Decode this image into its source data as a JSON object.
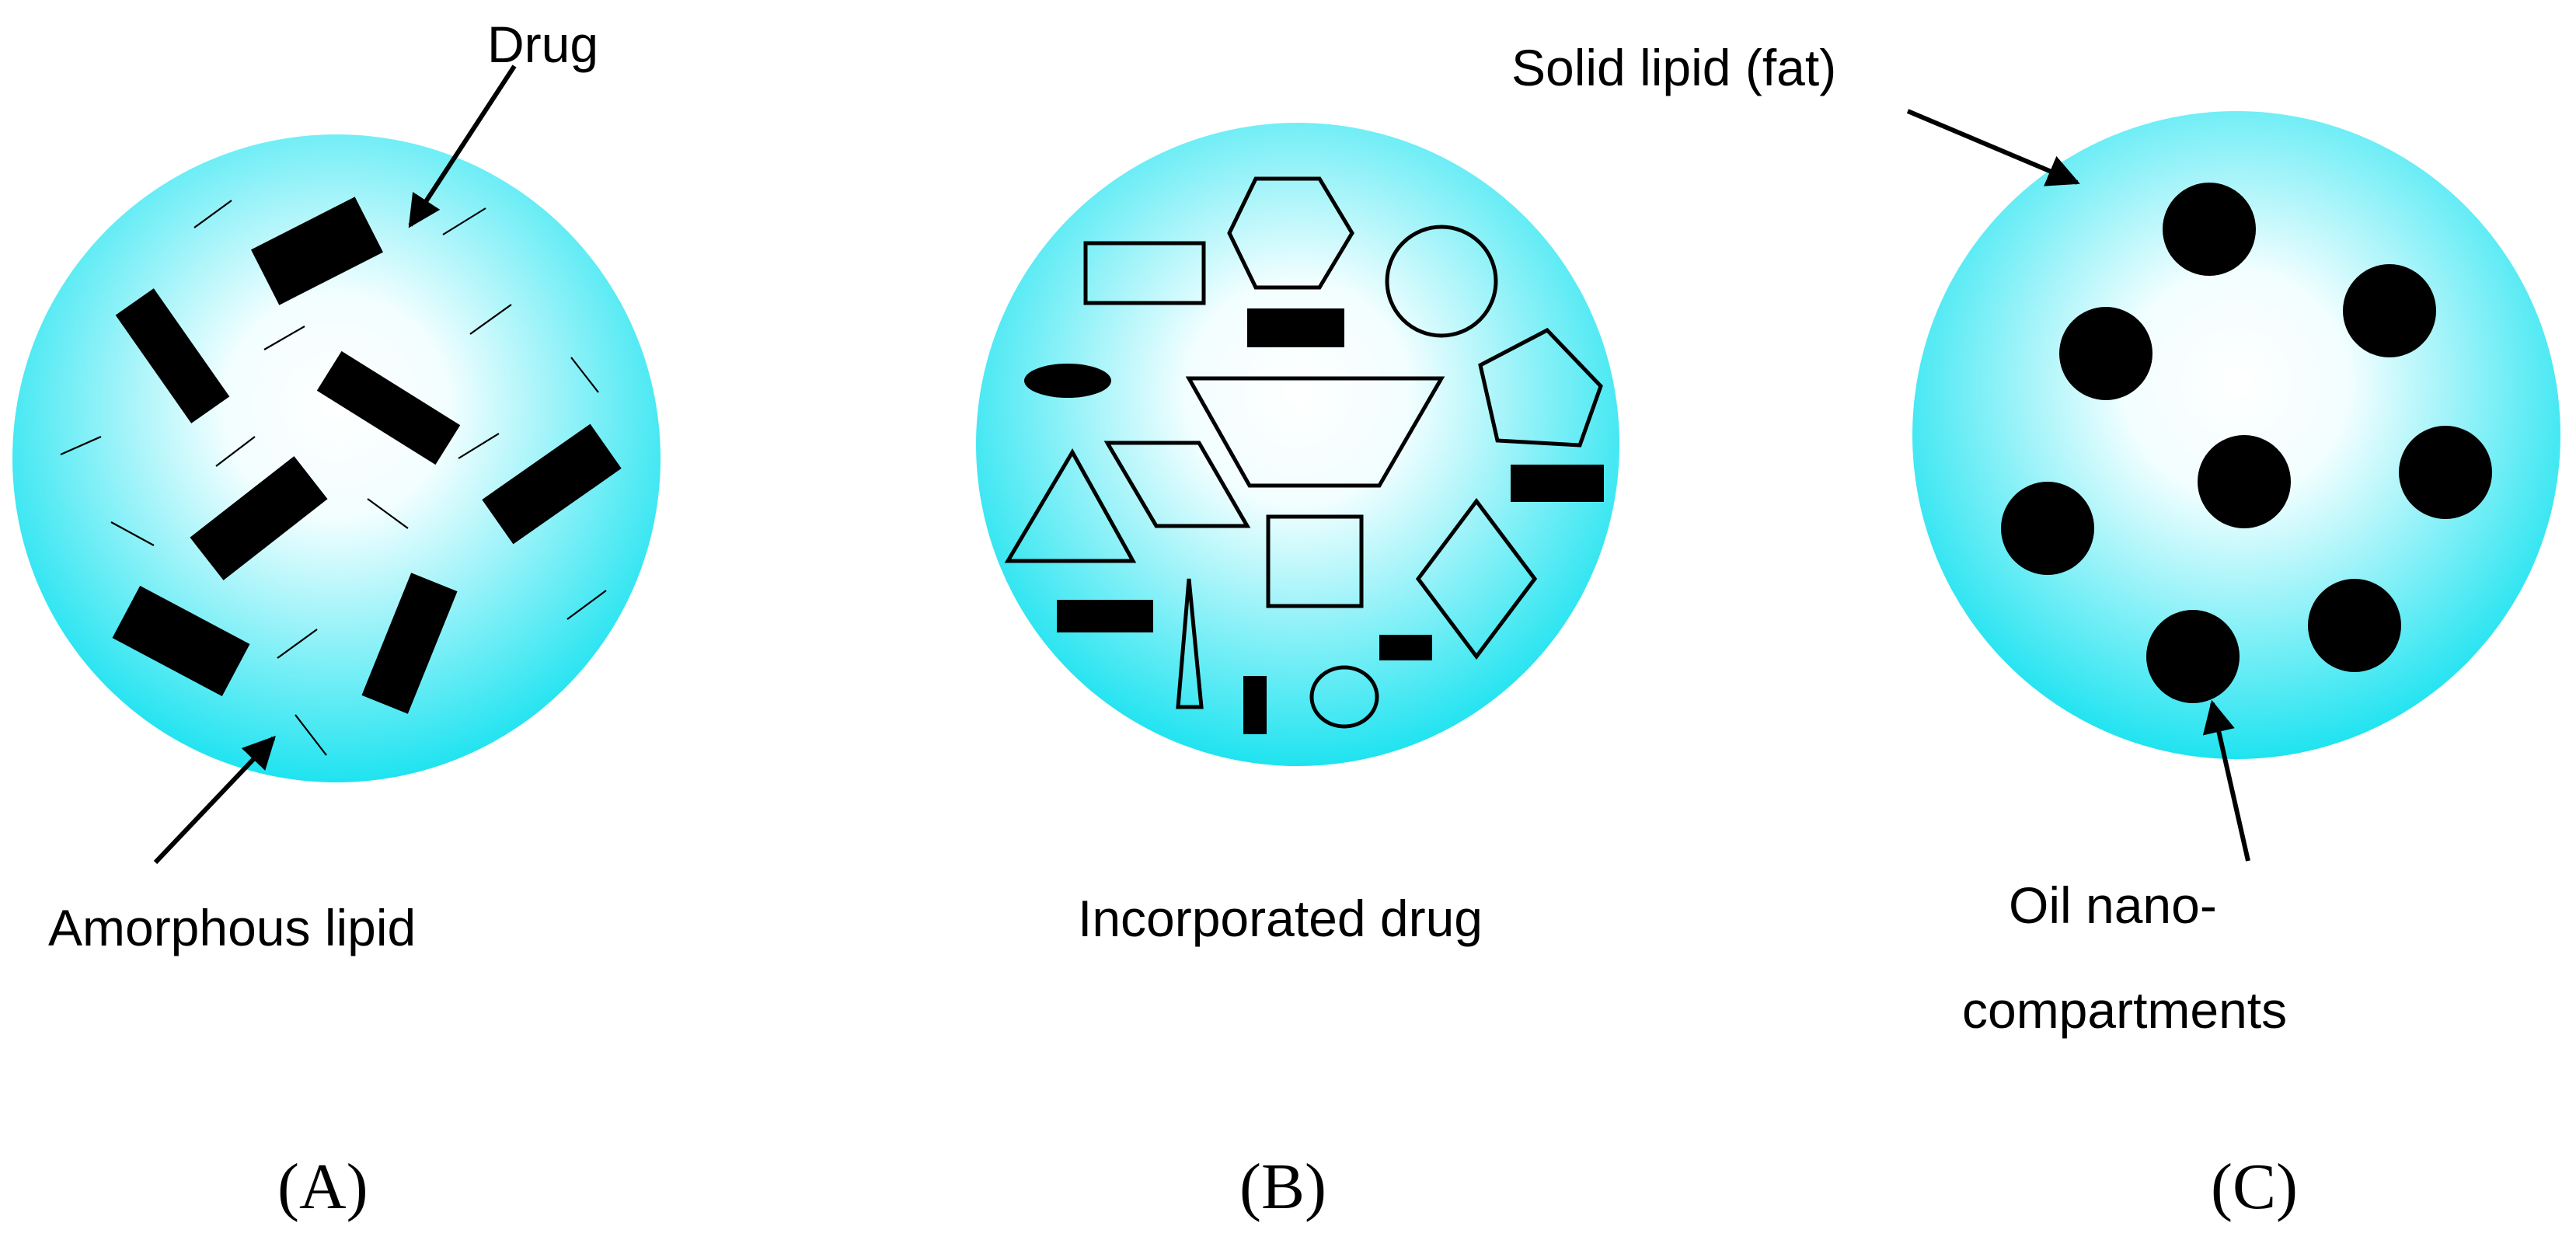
{
  "colors": {
    "particle_center": "#ffffff",
    "particle_edge": "#1fe3f0",
    "ink": "#000000"
  },
  "panels": [
    {
      "id": "A",
      "caption": "(A)",
      "labels": {
        "top": "Drug",
        "bottom": "Amorphous lipid"
      }
    },
    {
      "id": "B",
      "caption": "(B)",
      "labels": {
        "bottom": "Incorporated drug"
      }
    },
    {
      "id": "C",
      "caption": "(C)",
      "labels": {
        "top": "Solid lipid (fat)",
        "bottom_line1": "Oil nano-",
        "bottom_line2": "compartments"
      }
    }
  ]
}
